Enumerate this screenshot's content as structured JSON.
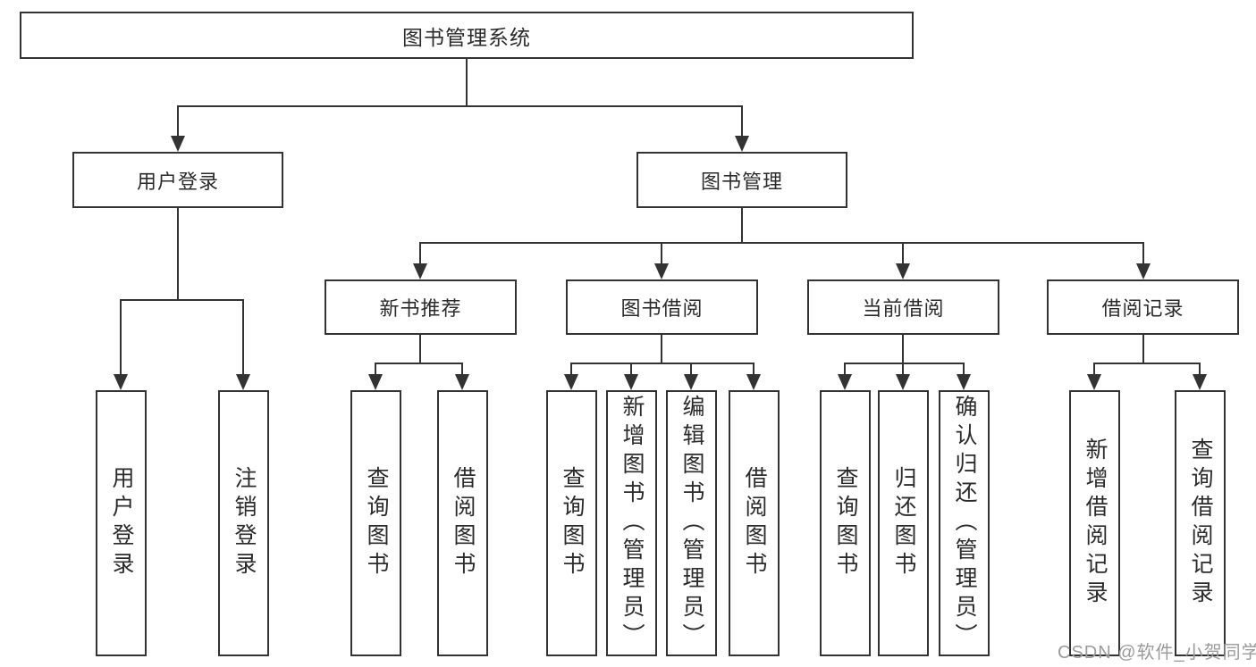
{
  "tree": {
    "root": "图书管理系统",
    "login": {
      "label": "用户登录",
      "children": [
        "用户登录",
        "注销登录"
      ]
    },
    "mgmt": {
      "label": "图书管理",
      "sections": [
        {
          "label": "新书推荐",
          "children": [
            "查询图书",
            "借阅图书"
          ]
        },
        {
          "label": "图书借阅",
          "children": [
            "查询图书",
            "新增图书（管理员）",
            "编辑图书（管理员）",
            "借阅图书"
          ]
        },
        {
          "label": "当前借阅",
          "children": [
            "查询图书",
            "归还图书",
            "确认归还（管理员）"
          ]
        },
        {
          "label": "借阅记录",
          "children": [
            "新增借阅记录",
            "查询借阅记录"
          ]
        }
      ]
    }
  },
  "watermark": "CSDN @软件_小贺同学",
  "colors": {
    "line": "#333333",
    "text": "#2b2b2b",
    "watermark": "#9b9b9b",
    "background": "#ffffff"
  }
}
